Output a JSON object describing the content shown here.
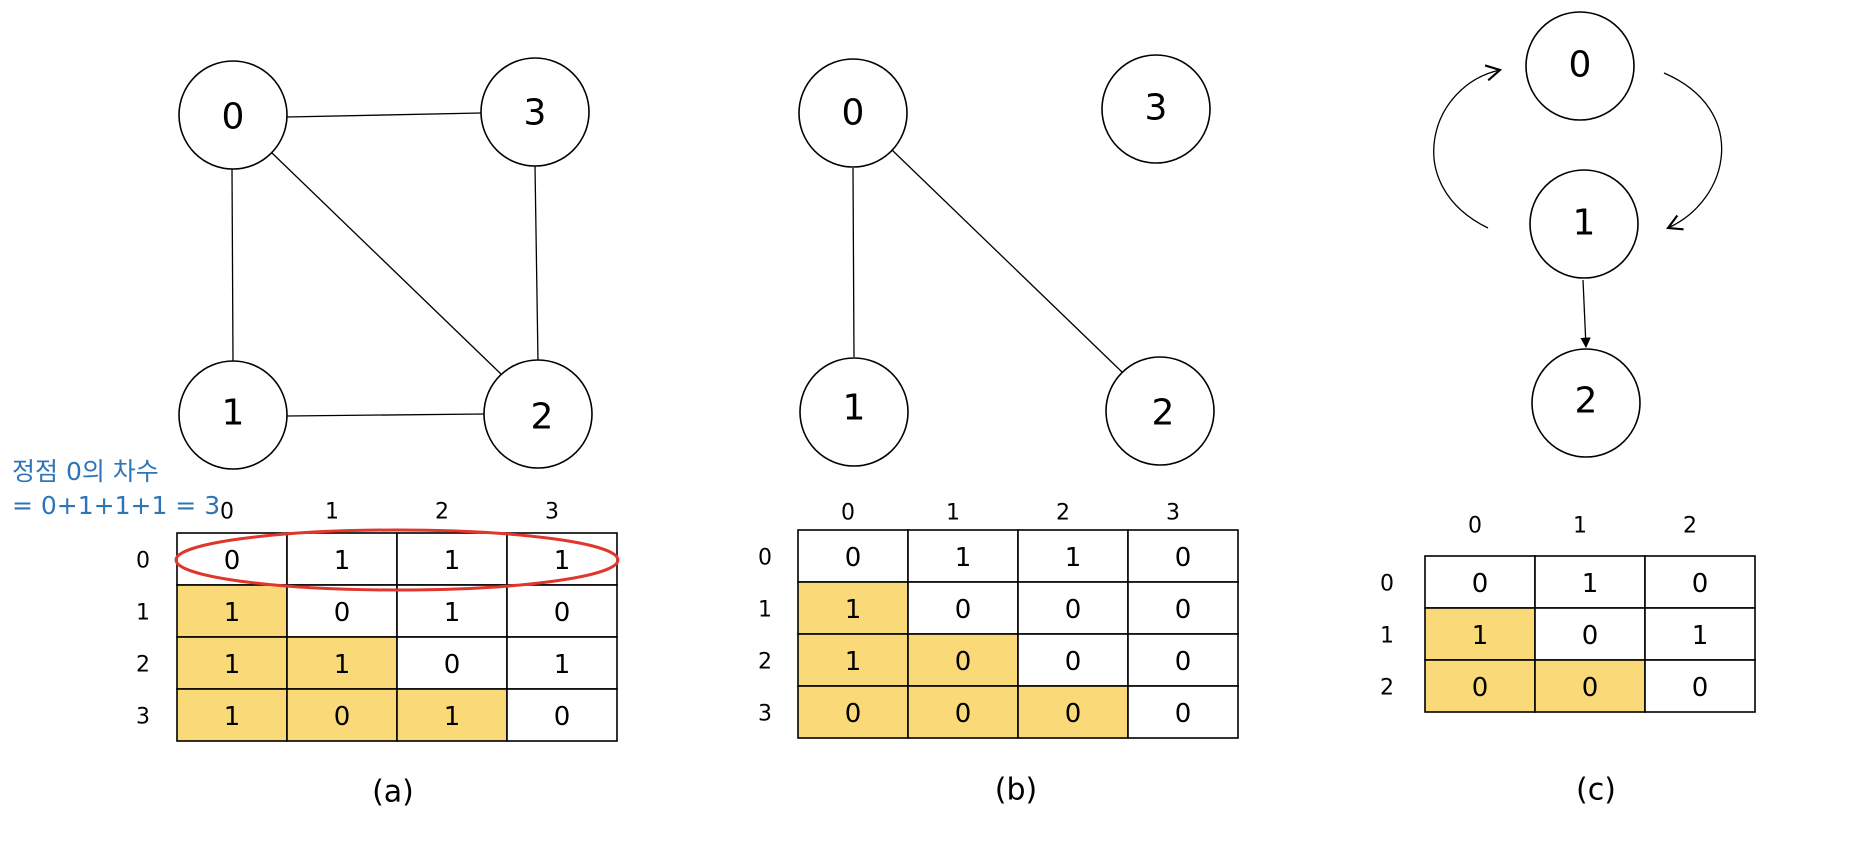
{
  "colors": {
    "highlight_fill": "#f9d978",
    "cell_fill": "#ffffff",
    "annotation_text": "#2e75b6",
    "ellipse_stroke": "#e0362c",
    "line": "#000000"
  },
  "annotation": {
    "line1": "정점 0의 차수",
    "line2": "= 0+1+1+1 = 3"
  },
  "panels": [
    {
      "id": "a",
      "caption": "(a)",
      "directed": false,
      "nodes": [
        "0",
        "3",
        "1",
        "2"
      ],
      "edges": [
        [
          "0",
          "3"
        ],
        [
          "0",
          "1"
        ],
        [
          "0",
          "2"
        ],
        [
          "3",
          "2"
        ],
        [
          "1",
          "2"
        ]
      ],
      "matrix": {
        "col_labels": [
          "0",
          "1",
          "2",
          "3"
        ],
        "row_labels": [
          "0",
          "1",
          "2",
          "3"
        ],
        "rows": [
          [
            "0",
            "1",
            "1",
            "1"
          ],
          [
            "1",
            "0",
            "1",
            "0"
          ],
          [
            "1",
            "1",
            "0",
            "1"
          ],
          [
            "1",
            "0",
            "1",
            "0"
          ]
        ],
        "highlighted": [
          [
            1,
            0
          ],
          [
            2,
            0
          ],
          [
            2,
            1
          ],
          [
            3,
            0
          ],
          [
            3,
            1
          ],
          [
            3,
            2
          ]
        ]
      }
    },
    {
      "id": "b",
      "caption": "(b)",
      "directed": false,
      "nodes": [
        "0",
        "3",
        "1",
        "2"
      ],
      "edges": [
        [
          "0",
          "1"
        ],
        [
          "0",
          "2"
        ]
      ],
      "matrix": {
        "col_labels": [
          "0",
          "1",
          "2",
          "3"
        ],
        "row_labels": [
          "0",
          "1",
          "2",
          "3"
        ],
        "rows": [
          [
            "0",
            "1",
            "1",
            "0"
          ],
          [
            "1",
            "0",
            "0",
            "0"
          ],
          [
            "1",
            "0",
            "0",
            "0"
          ],
          [
            "0",
            "0",
            "0",
            "0"
          ]
        ],
        "highlighted": [
          [
            1,
            0
          ],
          [
            2,
            0
          ],
          [
            2,
            1
          ],
          [
            3,
            0
          ],
          [
            3,
            1
          ],
          [
            3,
            2
          ]
        ]
      }
    },
    {
      "id": "c",
      "caption": "(c)",
      "directed": true,
      "nodes": [
        "0",
        "1",
        "2"
      ],
      "edges": [
        [
          "1",
          "0"
        ],
        [
          "0",
          "1"
        ],
        [
          "1",
          "2"
        ]
      ],
      "matrix": {
        "col_labels": [
          "0",
          "1",
          "2"
        ],
        "row_labels": [
          "0",
          "1",
          "2"
        ],
        "rows": [
          [
            "0",
            "1",
            "0"
          ],
          [
            "1",
            "0",
            "1"
          ],
          [
            "0",
            "0",
            "0"
          ]
        ],
        "highlighted": [
          [
            1,
            0
          ],
          [
            2,
            0
          ],
          [
            2,
            1
          ]
        ]
      }
    }
  ]
}
